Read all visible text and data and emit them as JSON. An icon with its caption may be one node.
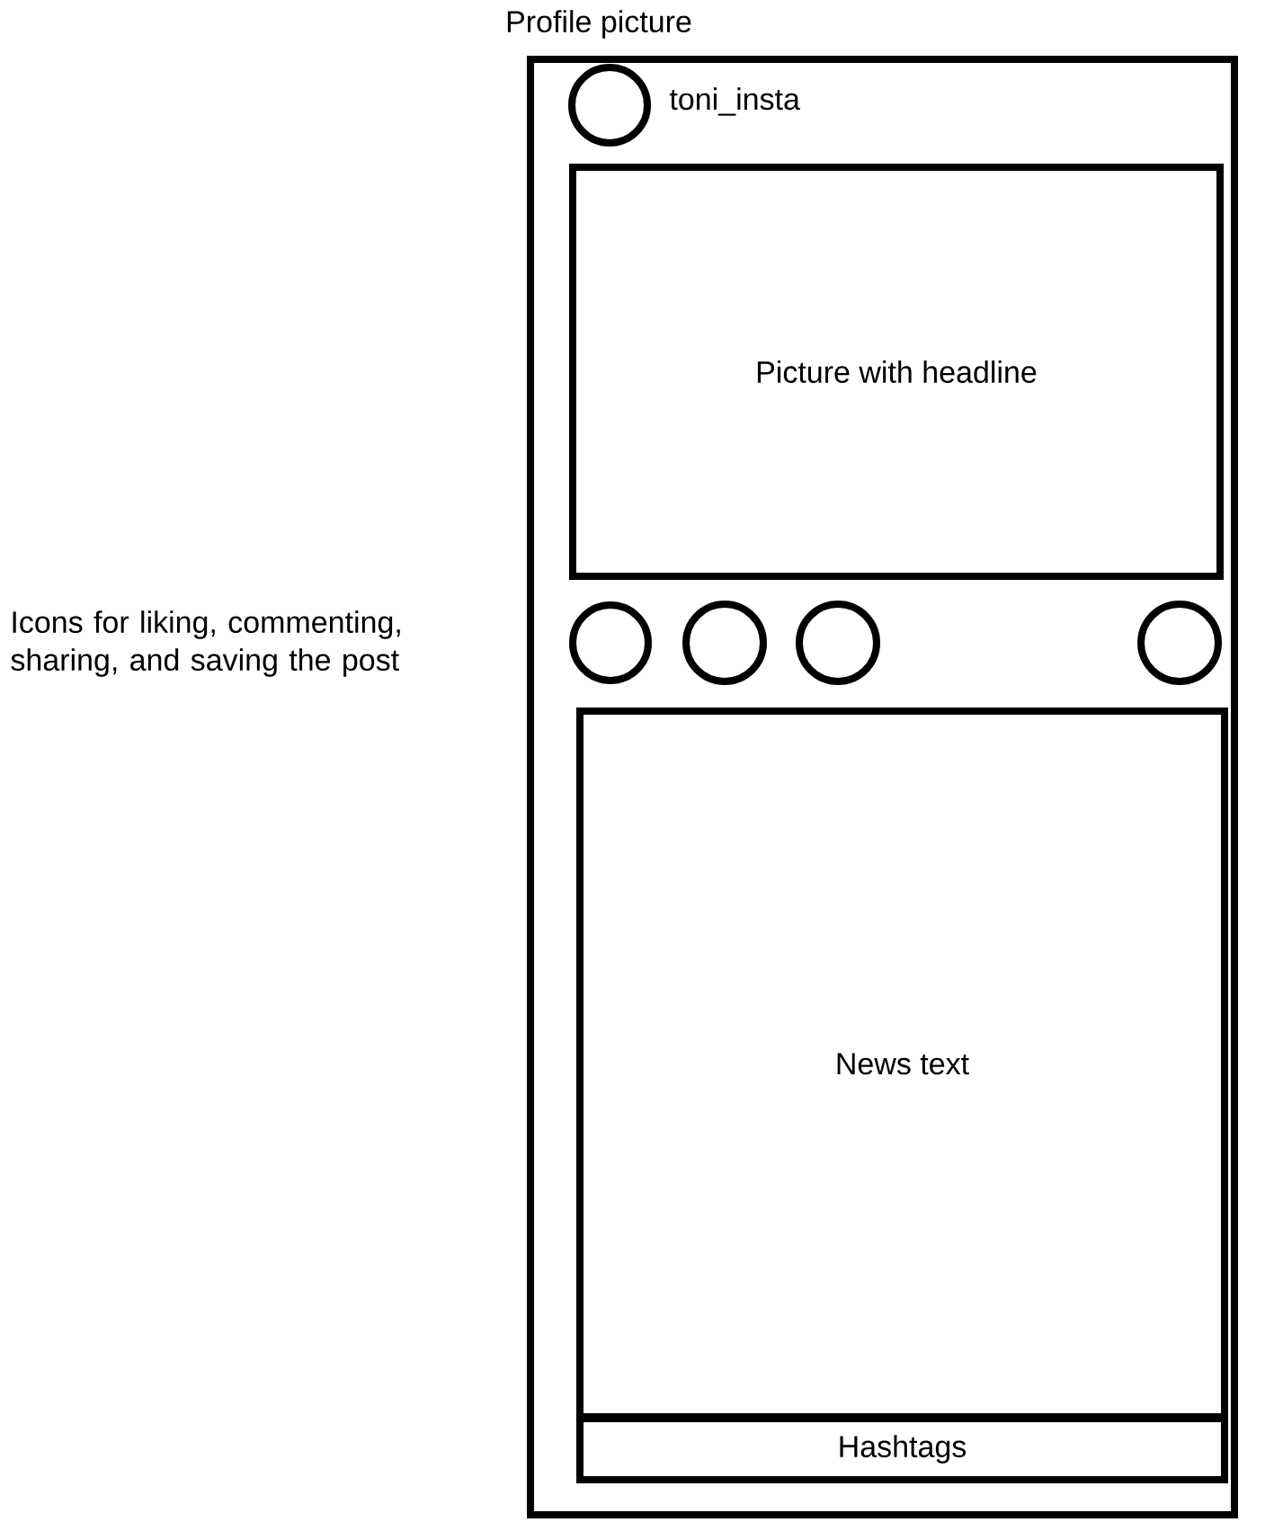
{
  "diagram": {
    "nodes": [
      {
        "text": [],
        "shape": "box"
      },
      {
        "text": [],
        "shape": "circle",
        "in": 0,
        "beside": [
          "toni_insta"
        ]
      },
      {
        "text": [
          "Picture with headline"
        ],
        "in": 0
      },
      {
        "text": [],
        "shape": "circle",
        "in": 0
      },
      {
        "text": [],
        "shape": "circle",
        "in": 0
      },
      {
        "text": [],
        "shape": "circle",
        "in": 0
      },
      {
        "text": [],
        "shape": "circle",
        "in": 0
      },
      {
        "text": [
          "News text"
        ],
        "in": 0
      },
      {
        "text": [
          "Hashtags"
        ],
        "in": 0
      }
    ],
    "labels": [
      "Profile picture",
      "Icons for liking, commenting, sharing, and saving the post"
    ]
  }
}
